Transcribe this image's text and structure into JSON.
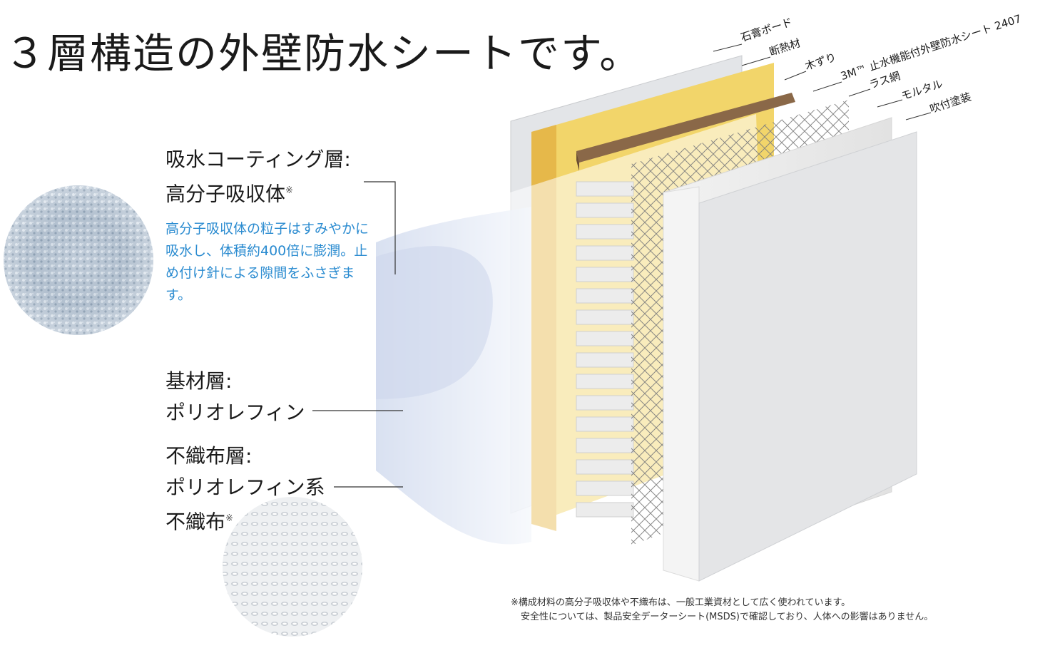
{
  "title": "３層構造の外壁防水シートです。",
  "layers": {
    "coating": {
      "label_1": "吸水コーティング層:",
      "label_2": "高分子吸収体",
      "mark": "※",
      "description": "高分子吸収体の粒子はすみやかに吸水し、体積約400倍に膨潤。止め付け針による隙間をふさぎます。"
    },
    "base": {
      "label_1": "基材層:",
      "label_2": "ポリオレフィン"
    },
    "nonwoven": {
      "label_1": "不織布層:",
      "label_2": "ポリオレフィン系",
      "label_3": "不織布",
      "mark": "※"
    }
  },
  "wall_layers": [
    "石膏ボード",
    "断熱材",
    "木ずり",
    "3M™ 止水機能付外壁防水シート 2407",
    "ラス網",
    "モルタル",
    "吹付塗装"
  ],
  "note": {
    "line_1": "※構成材料の高分子吸収体や不織布は、一般工業資材として広く使われています。",
    "line_2": "安全性については、製品安全データーシート(MSDS)で確認しており、人体への影響はありません。"
  },
  "colors": {
    "coating_blue": "#9fb4da",
    "insulation_yellow": "#f2d56a",
    "wood_brown": "#8a6848",
    "text_blue": "#2a8bd0"
  }
}
